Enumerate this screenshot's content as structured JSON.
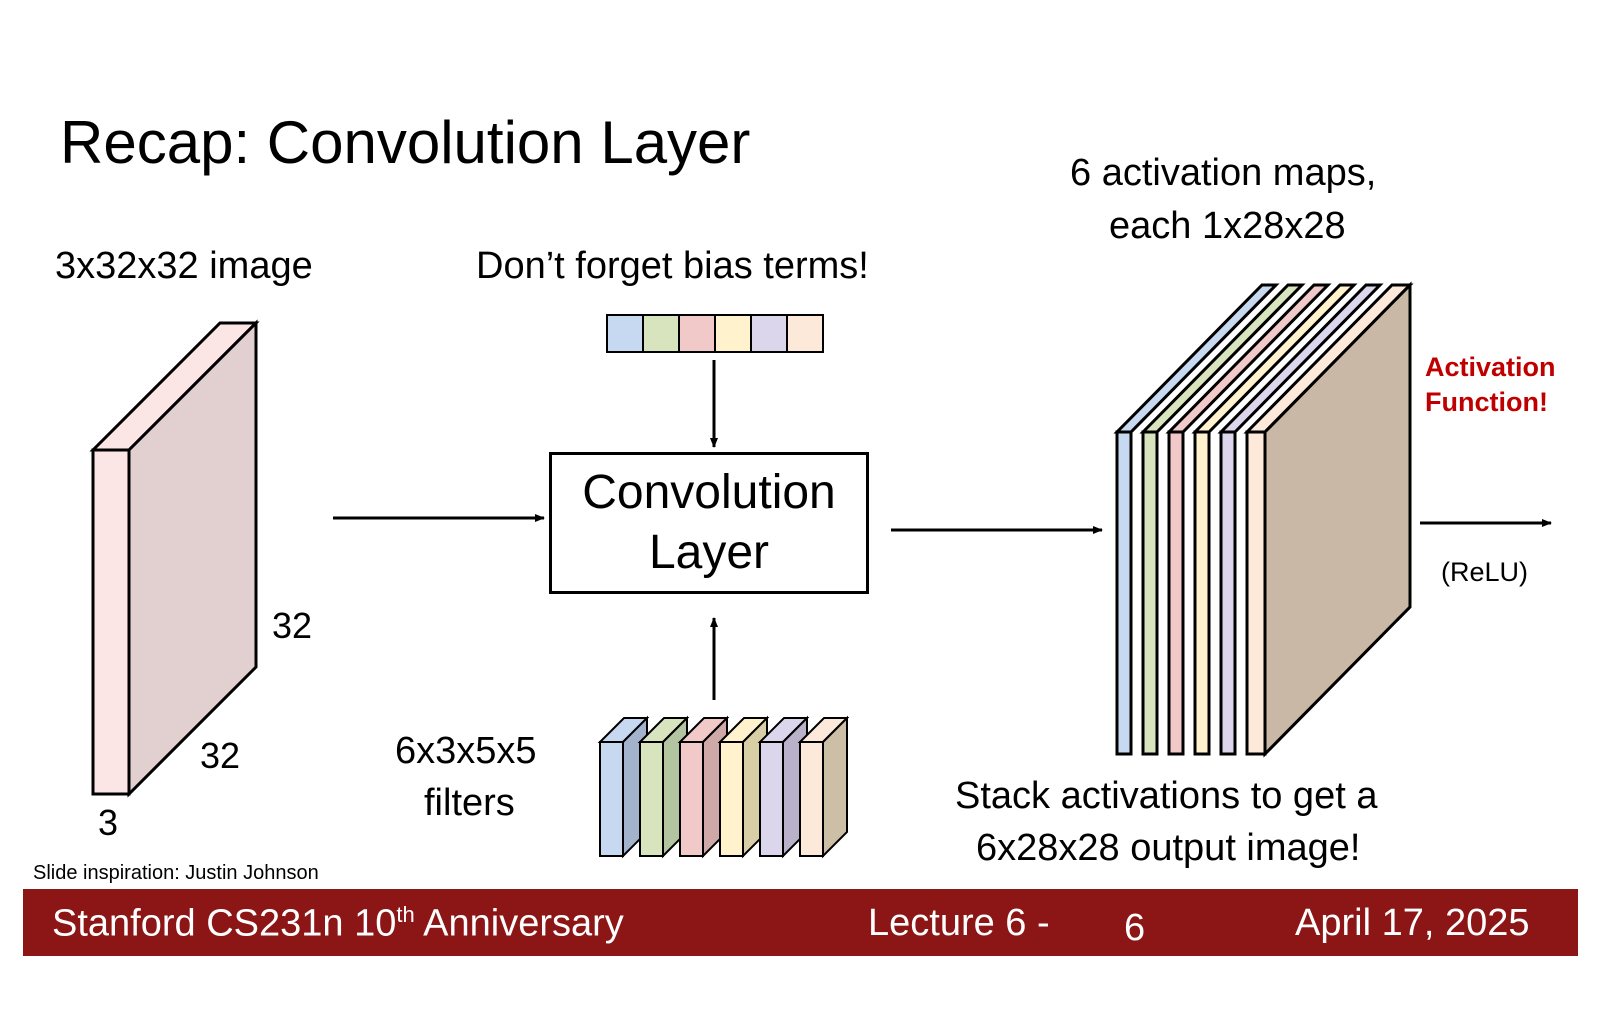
{
  "title": "Recap: Convolution Layer",
  "input": {
    "label": "3x32x32 image",
    "height": "32",
    "width": "32",
    "depth": "3"
  },
  "bias": {
    "label": "Don’t forget bias terms!"
  },
  "conv_layer": {
    "line1": "Convolution",
    "line2": "Layer"
  },
  "filters": {
    "line1": "6x3x5x5",
    "line2": "filters"
  },
  "activation_maps": {
    "line1": "6 activation maps,",
    "line2": "each 1x28x28"
  },
  "activation_function": {
    "line1": "Activation",
    "line2": "Function!",
    "relu": "(ReLU)"
  },
  "stack_caption": {
    "line1": "Stack activations to get a",
    "line2": "6x28x28 output image!"
  },
  "credit": "Slide inspiration: Justin Johnson",
  "footer": {
    "course": "Stanford CS231n 10",
    "course_sup": "th",
    "course_suffix": " Anniversary",
    "lecture": "Lecture 6 -",
    "page": "6",
    "date": "April 17, 2025"
  },
  "colors": {
    "brand": "#8c1515",
    "accent_red": "#c00000",
    "palette": [
      "#c6d9f1",
      "#d7e4bd",
      "#f2c9c9",
      "#fff2cc",
      "#dcd6ec",
      "#fde9d9"
    ],
    "palette_side": [
      "#a3b3cc",
      "#b3c4a1",
      "#cfa8a8",
      "#d9cfa6",
      "#b8b1c9",
      "#cdbfa6"
    ]
  }
}
